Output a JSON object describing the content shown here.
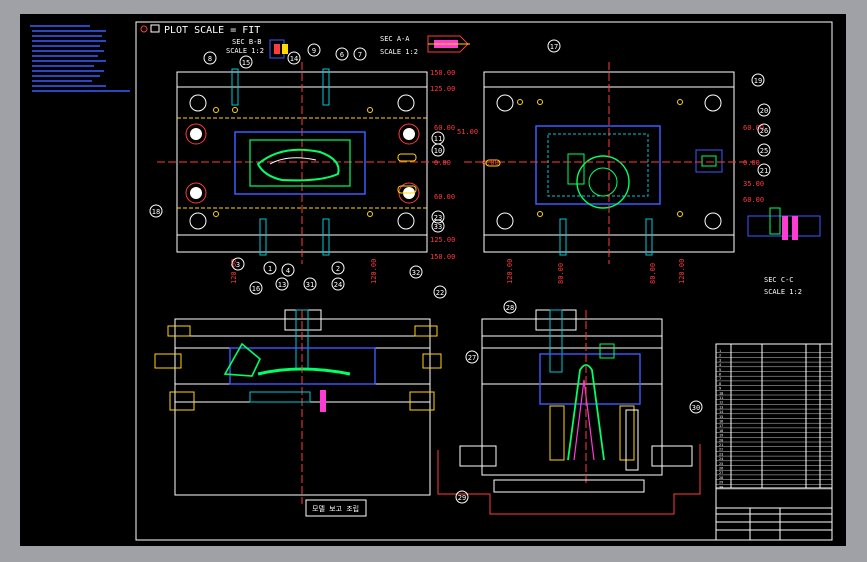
{
  "drawing": {
    "plot_scale_label": "PLOT SCALE = FIT",
    "sections": {
      "sec_bb": "SEC B-B",
      "sec_bb_scale": "SCALE 1:2",
      "sec_aa": "SEC A-A",
      "sec_aa_scale": "SCALE 1:2",
      "sec_cc": "SEC C-C",
      "sec_cc_scale": "SCALE 1:2"
    },
    "dims_left": {
      "top_150": "150.00",
      "top_125": "125.00",
      "r60": "60.00",
      "r0": "0.00",
      "r60b": "60.00",
      "bot_125": "125.00",
      "bot_150": "150.00",
      "v120_left": "120.00",
      "v120_right": "120.00"
    },
    "dims_right": {
      "r60": "60.00",
      "r51": "51.00",
      "r0_left": "0.00",
      "r0": "0.00",
      "r35": "35.00",
      "r60b": "60.00",
      "v120": "120.00",
      "v80": "80.00",
      "v80b": "80.00",
      "v120b": "120.00"
    },
    "balloons": [
      "1",
      "2",
      "3",
      "4",
      "6",
      "7",
      "8",
      "9",
      "10",
      "11",
      "13",
      "14",
      "15",
      "16",
      "17",
      "18",
      "19",
      "20",
      "21",
      "22",
      "23",
      "24",
      "25",
      "26",
      "27",
      "28",
      "29",
      "30",
      "31",
      "32",
      "33"
    ],
    "note_box": "모델 보고 조립",
    "title_block_rows": [
      "1",
      "2",
      "3",
      "4",
      "5",
      "6",
      "7",
      "8",
      "9",
      "10",
      "11",
      "12",
      "13",
      "14",
      "15",
      "16",
      "17",
      "18",
      "19",
      "20",
      "21",
      "22",
      "23",
      "24",
      "25",
      "26",
      "27",
      "28",
      "29",
      "30"
    ]
  }
}
